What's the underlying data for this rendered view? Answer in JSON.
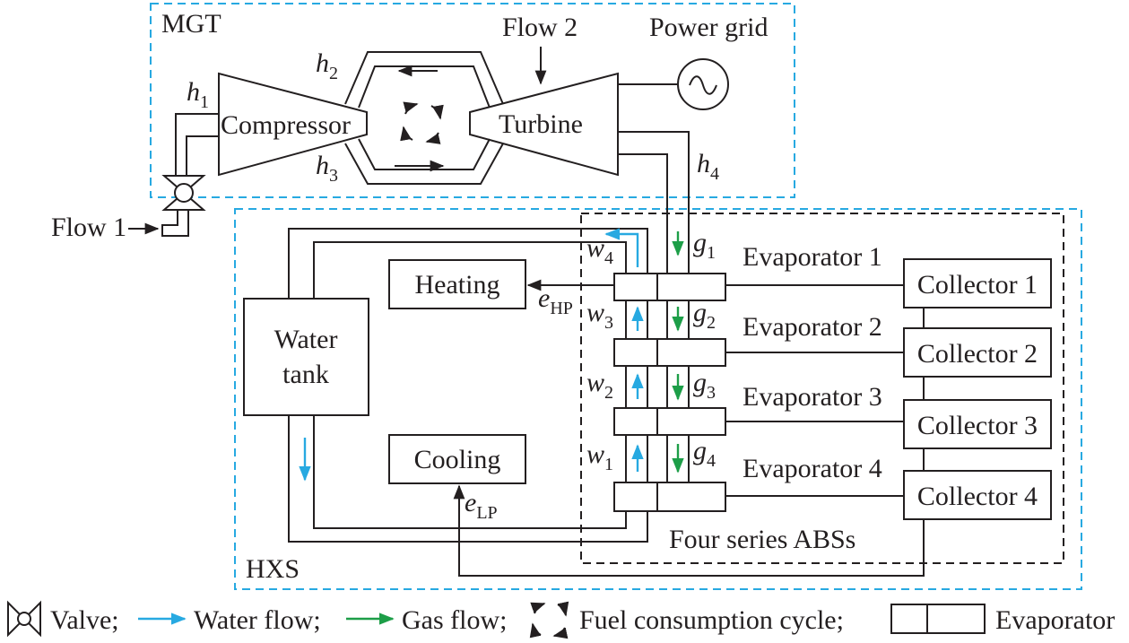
{
  "regions": {
    "mgt": "MGT",
    "hxs": "HXS",
    "abs": "Four series ABSs"
  },
  "components": {
    "compressor": "Compressor",
    "turbine": "Turbine",
    "power_grid": "Power grid",
    "heating": "Heating",
    "cooling": "Cooling",
    "water_tank_line1": "Water",
    "water_tank_line2": "tank"
  },
  "flows": {
    "flow1": "Flow 1",
    "flow2": "Flow 2"
  },
  "evaporators": [
    "Evaporator 1",
    "Evaporator 2",
    "Evaporator 3",
    "Evaporator 4"
  ],
  "collectors": [
    "Collector 1",
    "Collector 2",
    "Collector 3",
    "Collector 4"
  ],
  "symbols": {
    "h1": {
      "base": "h",
      "sub": "1"
    },
    "h2": {
      "base": "h",
      "sub": "2"
    },
    "h3": {
      "base": "h",
      "sub": "3"
    },
    "h4": {
      "base": "h",
      "sub": "4"
    },
    "w1": {
      "base": "w",
      "sub": "1"
    },
    "w2": {
      "base": "w",
      "sub": "2"
    },
    "w3": {
      "base": "w",
      "sub": "3"
    },
    "w4": {
      "base": "w",
      "sub": "4"
    },
    "g1": {
      "base": "g",
      "sub": "1"
    },
    "g2": {
      "base": "g",
      "sub": "2"
    },
    "g3": {
      "base": "g",
      "sub": "3"
    },
    "g4": {
      "base": "g",
      "sub": "4"
    },
    "e_hp": {
      "base": "e",
      "sub": "HP"
    },
    "e_lp": {
      "base": "e",
      "sub": "LP"
    }
  },
  "legend": {
    "valve": "Valve;",
    "water_flow": "Water flow;",
    "gas_flow": "Gas flow;",
    "fuel_cycle": "Fuel consumption cycle;",
    "evaporator": "Evaporator"
  },
  "colors": {
    "water_flow": "#27a9e1",
    "gas_flow": "#1d9e48",
    "region_border": "#27a9e1",
    "line": "#231f20"
  }
}
